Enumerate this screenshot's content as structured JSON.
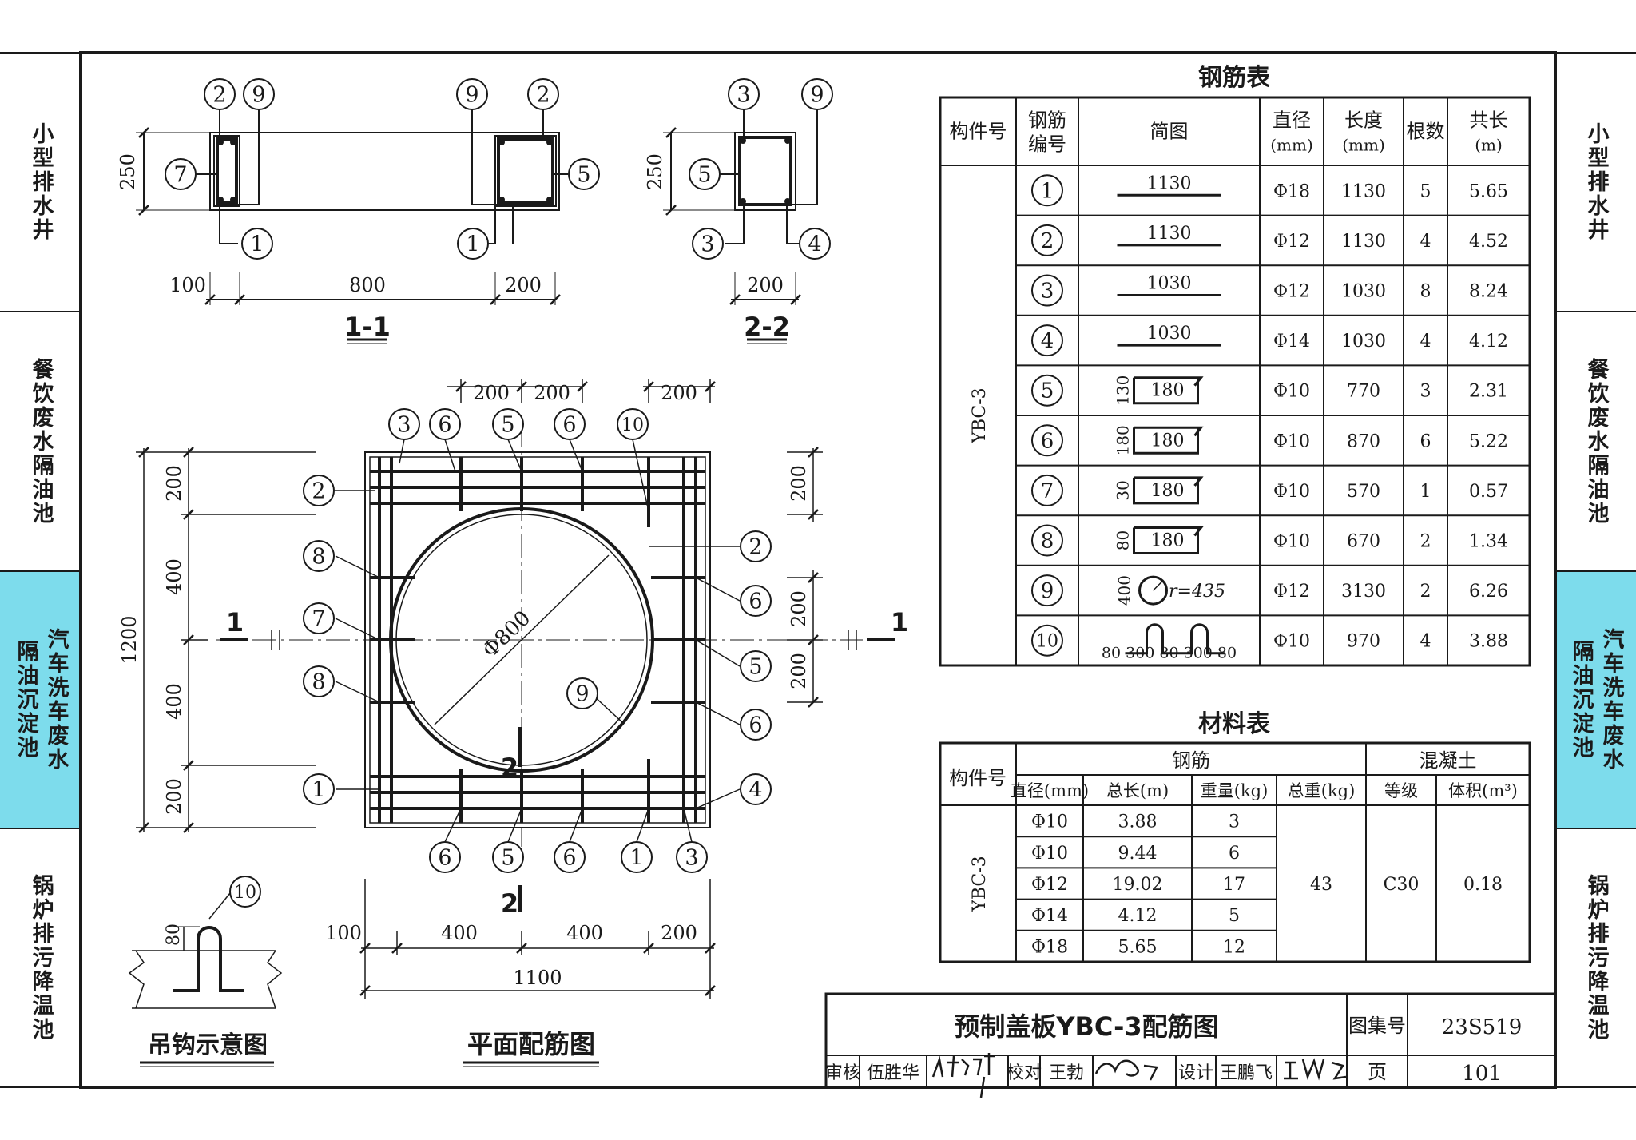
{
  "side_tabs": [
    {
      "lines": [
        "小型排水井"
      ],
      "active": false
    },
    {
      "lines": [
        "餐饮废水隔油池"
      ],
      "active": false
    },
    {
      "lines": [
        "汽车洗车废水",
        "隔油沉淀池"
      ],
      "active": true
    },
    {
      "lines": [
        "锅炉排污降温池"
      ],
      "active": false
    }
  ],
  "section_1_1": {
    "label": "1-1",
    "dims": {
      "h": "250",
      "w1": "100",
      "w2": "800",
      "w3": "200"
    }
  },
  "section_2_2": {
    "label": "2-2",
    "dims": {
      "h": "250",
      "w": "200"
    }
  },
  "plan": {
    "title": "平面配筋图",
    "diameter_label": "Φ800",
    "section_mark": "1",
    "section_mark_2": "2",
    "top_dims": [
      "200",
      "200",
      "200"
    ],
    "bottom_dims": [
      "100",
      "400",
      "400",
      "200"
    ],
    "bottom_total": "1100",
    "left_dims": [
      "200",
      "400",
      "400",
      "200"
    ],
    "left_total": "1200",
    "right_dims": [
      "200",
      "200",
      "200"
    ]
  },
  "hook": {
    "title": "吊钩示意图",
    "dim": "80",
    "bar": "10"
  },
  "rebar_table": {
    "title": "钢筋表",
    "headers": [
      "构件号",
      "钢筋编号",
      "简图",
      "直径(mm)",
      "长度(mm)",
      "根数",
      "共长(m)"
    ],
    "member": "YBC-3",
    "rows": [
      {
        "no": "1",
        "sketch": "1130",
        "dia": "Φ18",
        "len": "1130",
        "count": "5",
        "total": "5.65"
      },
      {
        "no": "2",
        "sketch": "1130",
        "dia": "Φ12",
        "len": "1130",
        "count": "4",
        "total": "4.52"
      },
      {
        "no": "3",
        "sketch": "1030",
        "dia": "Φ12",
        "len": "1030",
        "count": "8",
        "total": "8.24"
      },
      {
        "no": "4",
        "sketch": "1030",
        "dia": "Φ14",
        "len": "1030",
        "count": "4",
        "total": "4.12"
      },
      {
        "no": "5",
        "sketch": "180",
        "side": "130",
        "dia": "Φ10",
        "len": "770",
        "count": "3",
        "total": "2.31"
      },
      {
        "no": "6",
        "sketch": "180",
        "side": "180",
        "dia": "Φ10",
        "len": "870",
        "count": "6",
        "total": "5.22"
      },
      {
        "no": "7",
        "sketch": "180",
        "side": "30",
        "dia": "Φ10",
        "len": "570",
        "count": "1",
        "total": "0.57"
      },
      {
        "no": "8",
        "sketch": "180",
        "side": "80",
        "dia": "Φ10",
        "len": "670",
        "count": "2",
        "total": "1.34"
      },
      {
        "no": "9",
        "sketch": "r=435",
        "side": "400",
        "dia": "Φ12",
        "len": "3130",
        "count": "2",
        "total": "6.26"
      },
      {
        "no": "10",
        "sketch": "80 300 80 300 80",
        "dia": "Φ10",
        "len": "970",
        "count": "4",
        "total": "3.88"
      }
    ]
  },
  "material_table": {
    "title": "材料表",
    "member_header": "构件号",
    "steel_header": "钢筋",
    "concrete_header": "混凝土",
    "sub_headers": [
      "直径(mm)",
      "总长(m)",
      "重量(kg)",
      "总重(kg)",
      "等级",
      "体积(m³)"
    ],
    "member": "YBC-3",
    "rows": [
      {
        "dia": "Φ10",
        "len": "3.88",
        "weight": "3"
      },
      {
        "dia": "Φ10",
        "len": "9.44",
        "weight": "6"
      },
      {
        "dia": "Φ12",
        "len": "19.02",
        "weight": "17"
      },
      {
        "dia": "Φ14",
        "len": "4.12",
        "weight": "5"
      },
      {
        "dia": "Φ18",
        "len": "5.65",
        "weight": "12"
      }
    ],
    "total_weight": "43",
    "grade": "C30",
    "volume": "0.18"
  },
  "title_block": {
    "title": "预制盖板YBC-3配筋图",
    "atlas_label": "图集号",
    "atlas_no": "23S519",
    "page_label": "页",
    "page_no": "101",
    "review_label": "审核",
    "reviewer": "伍胜华",
    "check_label": "校对",
    "checker": "王勃",
    "design_label": "设计",
    "designer": "王鹏飞"
  }
}
